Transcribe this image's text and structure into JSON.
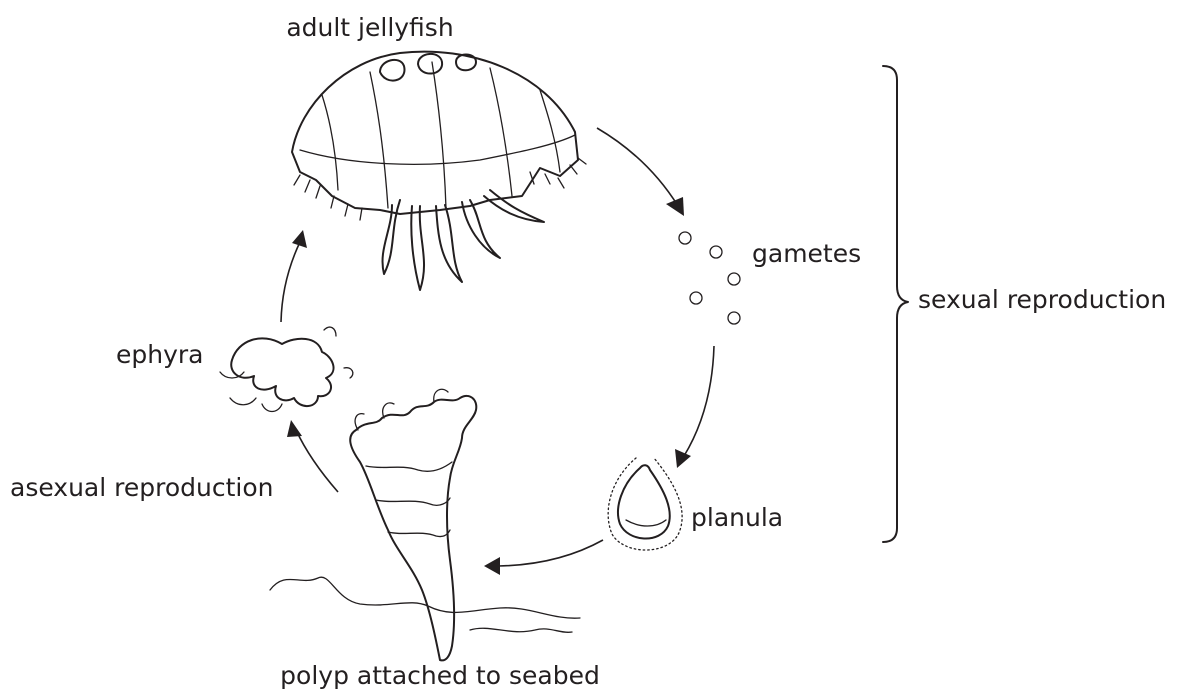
{
  "labels": {
    "adult_jellyfish": "adult jellyfish",
    "gametes": "gametes",
    "sexual_reproduction": "sexual reproduction",
    "ephyra": "ephyra",
    "asexual_reproduction": "asexual reproduction",
    "planula": "planula",
    "polyp": "polyp attached to seabed"
  },
  "colors": {
    "ink": "#231f20",
    "background": "#ffffff"
  }
}
